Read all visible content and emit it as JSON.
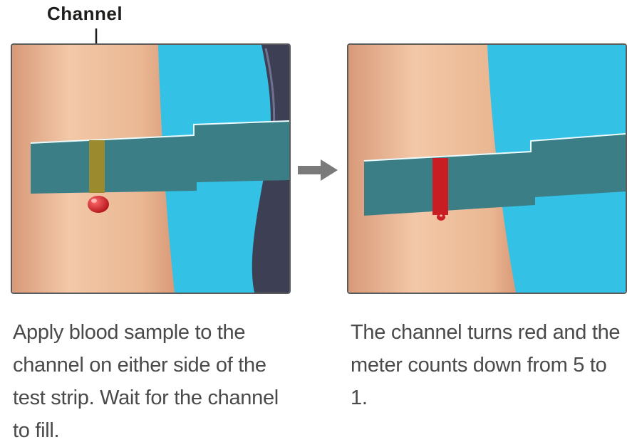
{
  "callout": {
    "label": "Channel"
  },
  "colors": {
    "skin_light": "#f1c5a4",
    "skin_dark": "#d99a78",
    "background_blue": "#33c1e6",
    "strip": "#3c7e86",
    "channel_empty": "#9c8a2e",
    "channel_filled": "#c81e23",
    "blood_drop": "#d8232a",
    "meter_dark": "#3d3f55",
    "arrow_gray": "#7a7a7a",
    "caption_text": "#4a4a4a"
  },
  "steps": [
    {
      "caption": "Apply blood sample to the channel on either side of the test strip. Wait for the channel to fill.",
      "channel_state": "empty"
    },
    {
      "caption": "The channel turns red and the meter counts down from 5 to 1.",
      "channel_state": "filled"
    }
  ],
  "icons": {
    "step_arrow": "right-arrow-icon",
    "leader_arrow": "down-arrow-icon"
  }
}
